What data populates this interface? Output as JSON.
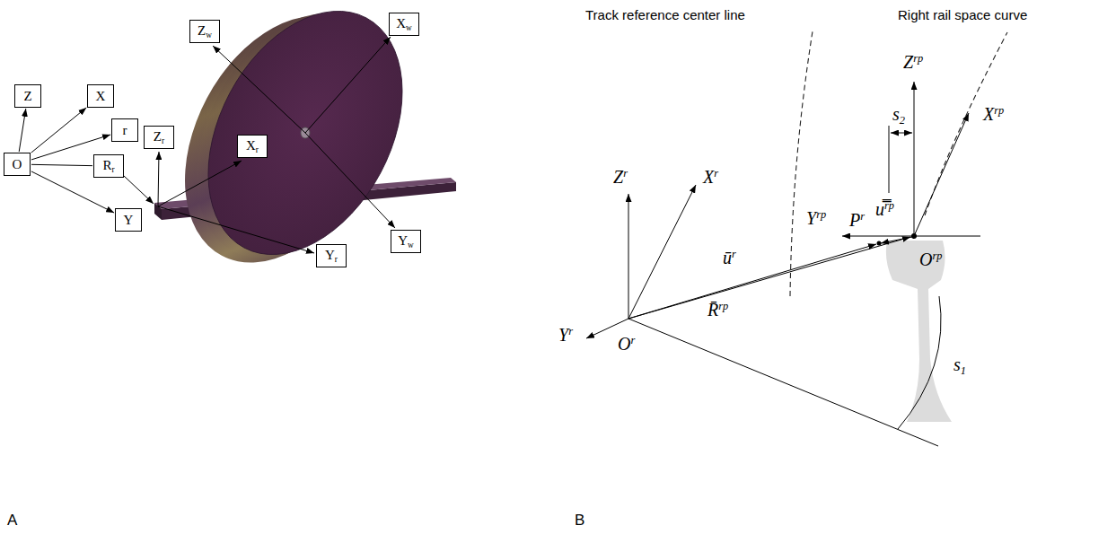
{
  "diagram": {
    "nodes": [
      {
        "text": [
          "Xw"
        ]
      },
      {
        "text": [
          "Zw"
        ]
      },
      {
        "text": [
          "Z"
        ]
      },
      {
        "text": [
          "X"
        ]
      },
      {
        "text": [
          "r"
        ]
      },
      {
        "text": [
          "Zr"
        ]
      },
      {
        "text": [
          "Xr"
        ]
      },
      {
        "text": [
          "O"
        ]
      },
      {
        "text": [
          "Rr"
        ]
      },
      {
        "text": [
          "Y"
        ]
      },
      {
        "text": [
          "Yw"
        ]
      },
      {
        "text": [
          "Yr"
        ]
      }
    ],
    "edges": [
      {
        "from": 7,
        "to": 2,
        "arrow": "to"
      },
      {
        "from": 7,
        "to": 3,
        "arrow": "to"
      },
      {
        "from": 7,
        "to": 4,
        "arrow": "to"
      },
      {
        "from": 7,
        "to": 8,
        "arrow": "none"
      },
      {
        "from": 7,
        "to": 9,
        "arrow": "to"
      }
    ],
    "labels": [
      "Track reference center line",
      "Right rail space curve",
      "Zrp",
      "s2",
      "Xrp",
      "Zr",
      "Yrp",
      "u̿rp",
      "Xr",
      "Pr",
      "ūr",
      "R̄rp",
      "Orp",
      "Yr",
      "Or",
      "s1",
      "A",
      "B"
    ]
  }
}
